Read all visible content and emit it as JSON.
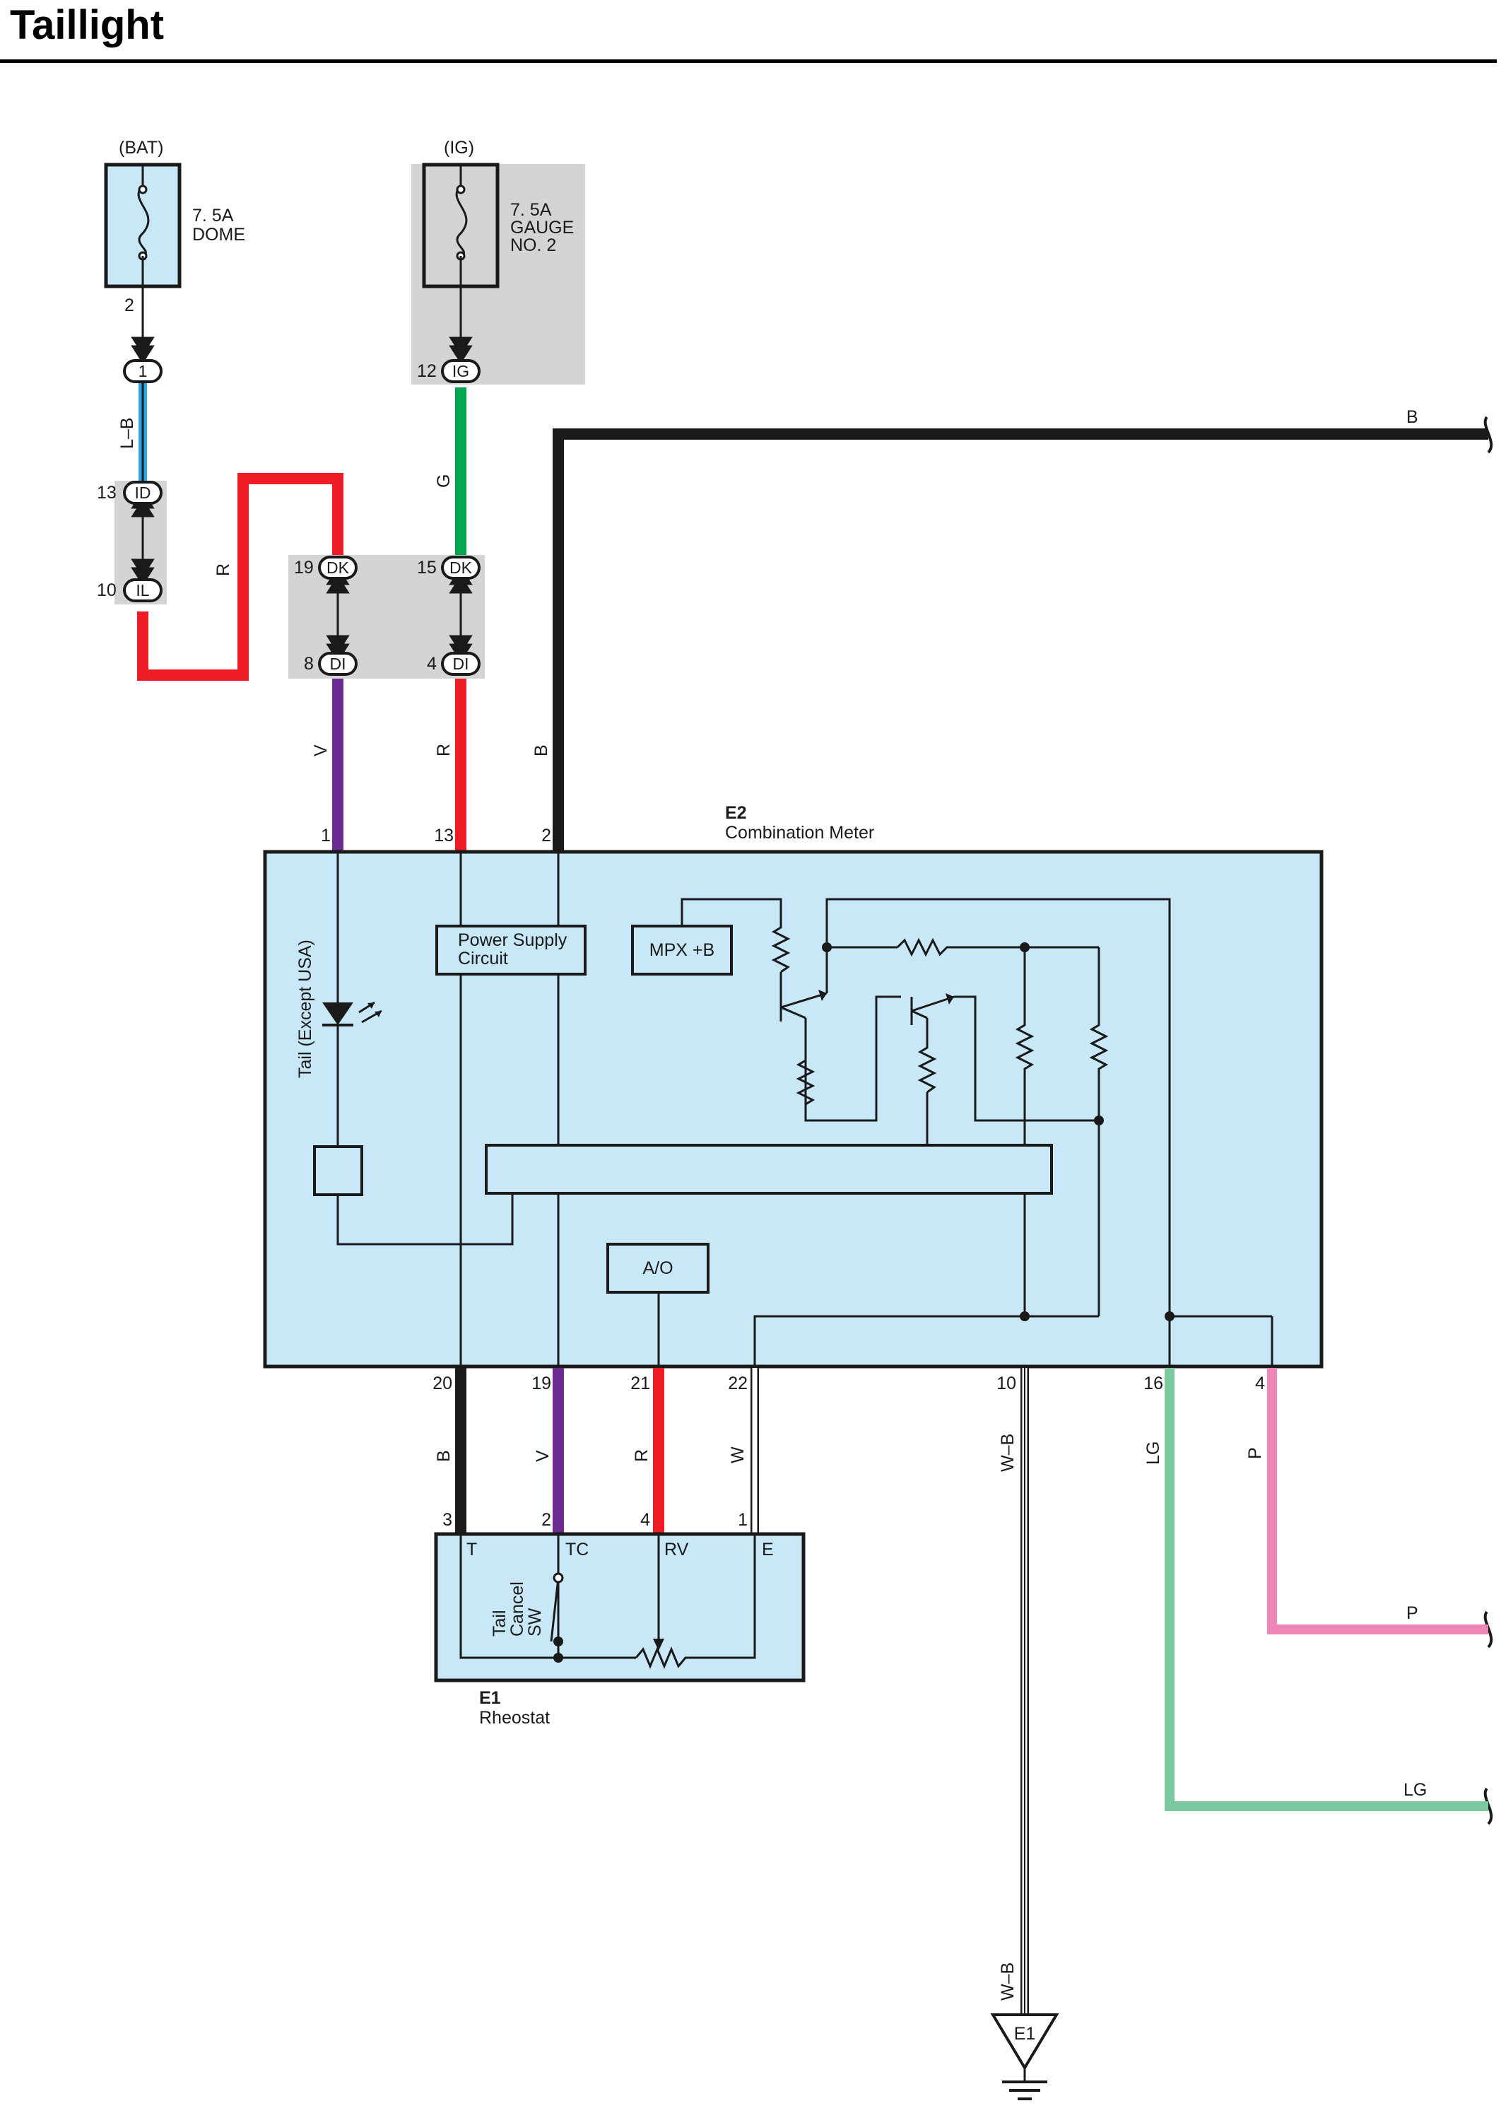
{
  "title": "Taillight",
  "colors": {
    "black": "#1a1a1a",
    "red": "#ee1c24",
    "green": "#00a650",
    "violet": "#6a2c91",
    "light_blue": "#2aa8e0",
    "light_green": "#7cc8a0",
    "pink": "#ef86b8",
    "meter_fill": "#c8e8f8",
    "gray_box": "#d4d4d4",
    "white_wire": "#ffffff"
  },
  "supplies": {
    "bat": {
      "label": "(BAT)",
      "fuse_a": "7. 5A",
      "fuse_b": "DOME",
      "pin_out": "2"
    },
    "ig": {
      "label": "(IG)",
      "fuse_a": "7. 5A",
      "fuse_b": "GAUGE",
      "fuse_c": "NO. 2"
    }
  },
  "connectors": {
    "c1": "1",
    "id": {
      "num": "13",
      "code": "ID"
    },
    "il": {
      "num": "10",
      "code": "IL"
    },
    "ig": {
      "num": "12",
      "code": "IG"
    },
    "dk19": {
      "num": "19",
      "code": "DK"
    },
    "dk15": {
      "num": "15",
      "code": "DK"
    },
    "di8": {
      "num": "8",
      "code": "DI"
    },
    "di4": {
      "num": "4",
      "code": "DI"
    },
    "ground": "E1"
  },
  "wires": {
    "lb": "L–B",
    "r1": "R",
    "g": "G",
    "v1": "V",
    "r2": "R",
    "b1": "B",
    "b_right": "B",
    "b2": "B",
    "v2": "V",
    "r3": "R",
    "w": "W",
    "wb1": "W–B",
    "lg": "LG",
    "p": "P",
    "p_right": "P",
    "lg_right": "LG",
    "wb2": "W–B"
  },
  "meter": {
    "id": "E2",
    "name": "Combination Meter",
    "top_pins": [
      "1",
      "13",
      "2"
    ],
    "bottom_pins": [
      "20",
      "19",
      "21",
      "22",
      "10",
      "16",
      "4"
    ],
    "tail_label": "Tail (Except USA)",
    "power_supply_a": "Power Supply",
    "power_supply_b": "Circuit",
    "mpx": "MPX +B",
    "ao": "A/O"
  },
  "rheostat": {
    "id": "E1",
    "name": "Rheostat",
    "pins_top": [
      "3",
      "2",
      "4",
      "1"
    ],
    "terminals": [
      "T",
      "TC",
      "RV",
      "E"
    ],
    "switch_a": "Tail",
    "switch_b": "Cancel",
    "switch_c": "SW"
  }
}
